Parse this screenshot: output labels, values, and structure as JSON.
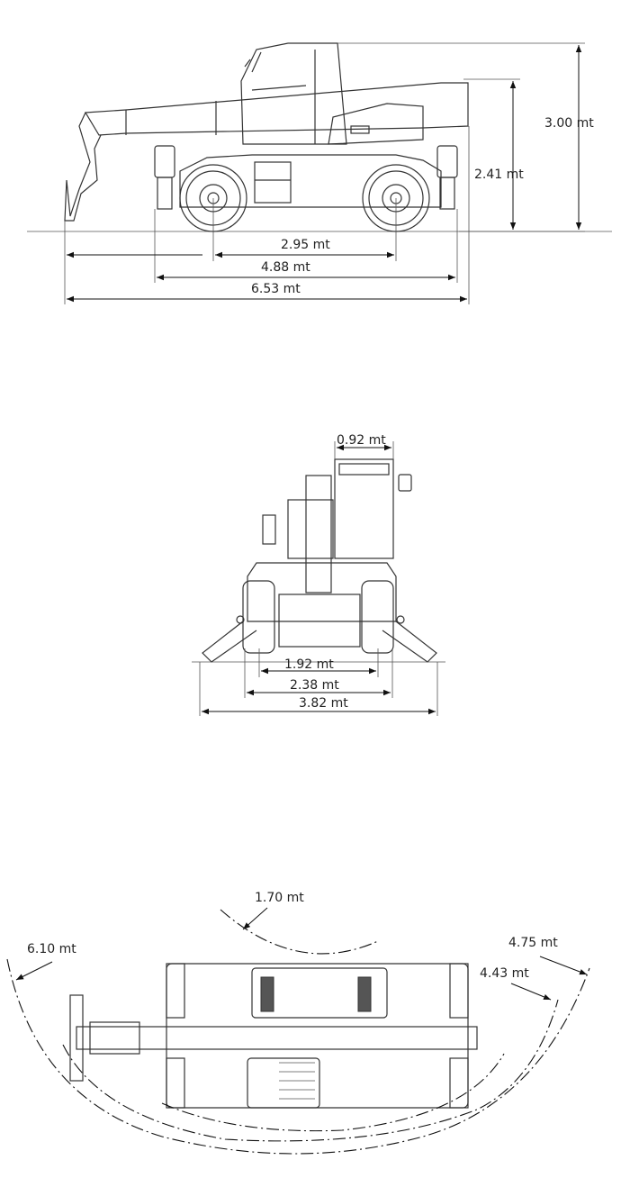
{
  "side_view": {
    "overall_height": "3.00 mt",
    "cab_height": "2.41 mt",
    "wheelbase": "2.95 mt",
    "outrigger_length": "4.88 mt",
    "overall_length": "6.53 mt"
  },
  "front_view": {
    "cab_width": "0.92 mt",
    "track_width": "1.92 mt",
    "overall_width": "2.38 mt",
    "outrigger_width": "3.82 mt"
  },
  "top_view": {
    "inner_radius": "1.70 mt",
    "boom_radius": "6.10 mt",
    "outer_radius": "4.75 mt",
    "rear_radius": "4.43 mt"
  }
}
